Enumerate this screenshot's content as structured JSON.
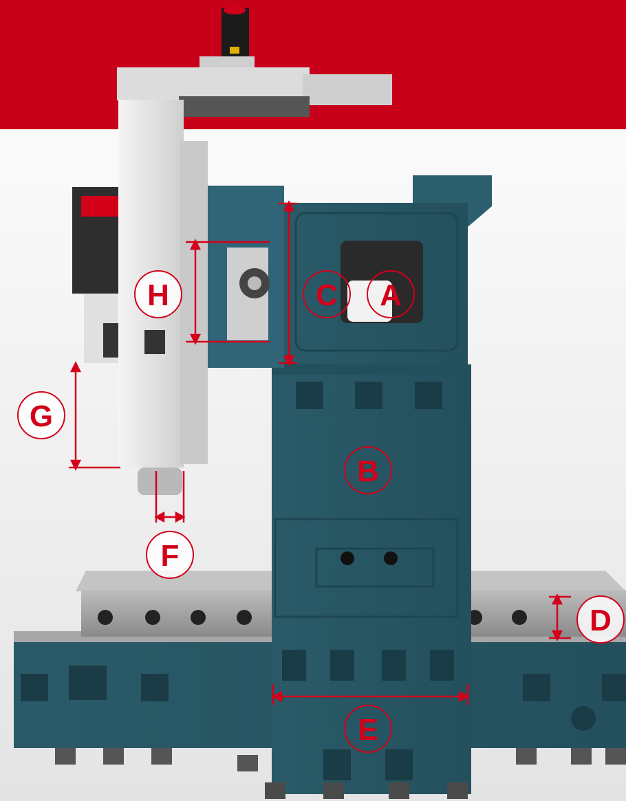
{
  "image": {
    "description_colors": {
      "banner_red": "#c8001a",
      "machine_teal": "#2b5d6b",
      "machine_teal_dark": "#1f4652",
      "spindle_gray": "#e6e6e6",
      "table_gray": "#9a9a9a",
      "annotation_red": "#d3001a",
      "background": "#f2f2f2"
    }
  },
  "labels": {
    "A": "A",
    "B": "B",
    "C": "C",
    "D": "D",
    "E": "E",
    "F": "F",
    "G": "G",
    "H": "H"
  }
}
